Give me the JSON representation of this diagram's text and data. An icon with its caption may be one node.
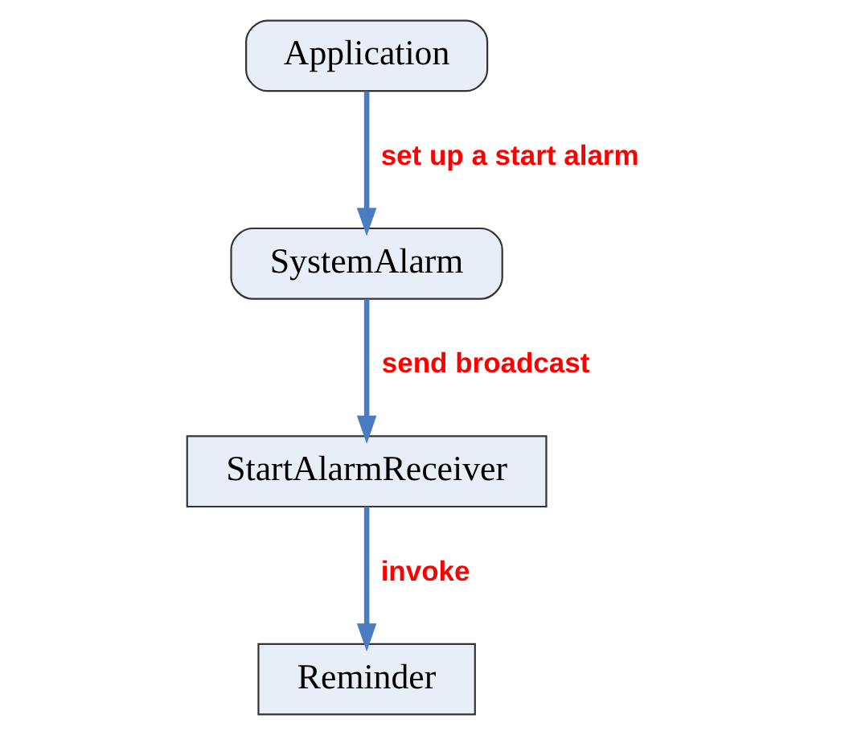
{
  "diagram": {
    "nodes": [
      {
        "text": [
          "Application"
        ]
      },
      {
        "text": [
          "SystemAlarm"
        ]
      },
      {
        "text": [
          "StartAlarmReceiver"
        ]
      },
      {
        "text": [
          "Reminder"
        ]
      }
    ],
    "edges": [
      {
        "from": 0,
        "to": 1,
        "arrow": "to",
        "label": "set up a start alarm"
      },
      {
        "from": 1,
        "to": 2,
        "arrow": "to",
        "label": "send broadcast"
      },
      {
        "from": 2,
        "to": 3,
        "arrow": "to",
        "label": "invoke"
      }
    ]
  }
}
